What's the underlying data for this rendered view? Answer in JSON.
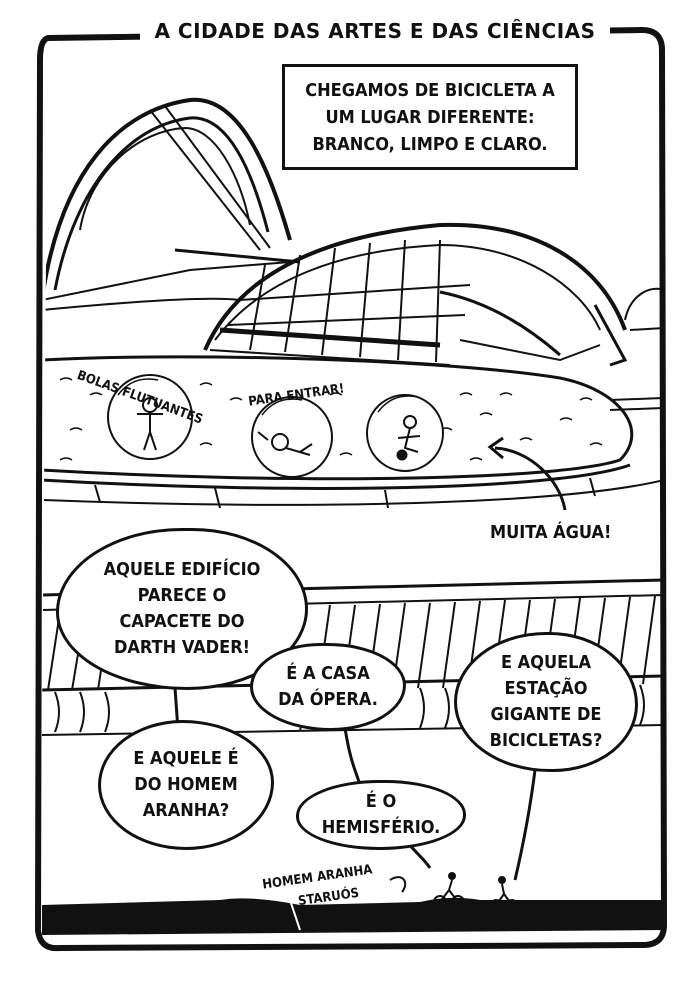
{
  "title": "A CIDADE DAS ARTES E DAS CIÊNCIAS",
  "caption": [
    "CHEGAMOS DE BICICLETA A",
    "UM LUGAR DIFERENTE:",
    "BRANCO, LIMPO E CLARO."
  ],
  "labels": {
    "bolas_flutuantes": "BOLAS FLUTUANTES",
    "para_entrar": "PARA ENTRAR!",
    "muita_agua": "MUITA ÁGUA!",
    "homem_aranha": "HOMEM ARANHA",
    "staruos": "STARUÓS"
  },
  "bubbles": {
    "darth_vader": [
      "AQUELE EDIFÍCIO",
      "PARECE O",
      "CAPACETE DO",
      "DARTH VADER!"
    ],
    "opera": [
      "É A CASA",
      "DA ÓPERA."
    ],
    "bicicletas": [
      "E AQUELA",
      "ESTAÇÃO",
      "GIGANTE DE",
      "BICICLETAS?"
    ],
    "homem_aranha": [
      "E AQUELE É",
      "DO HOMEM",
      "ARANHA?"
    ],
    "hemisferio": [
      "É O",
      "HEMISFÉRIO."
    ]
  }
}
